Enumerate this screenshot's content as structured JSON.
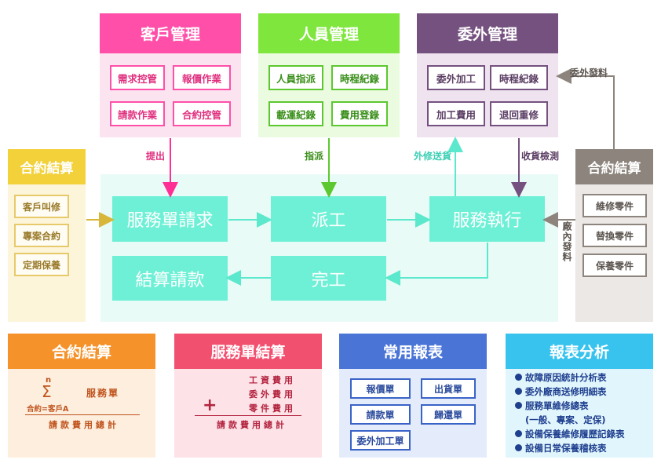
{
  "customer": {
    "title": "客戶管理",
    "buttons": [
      "需求控管",
      "報價作業",
      "請款作業",
      "合約控管"
    ]
  },
  "personnel": {
    "title": "人員管理",
    "buttons": [
      "人員指派",
      "時程紀錄",
      "載運紀錄",
      "費用登錄"
    ]
  },
  "outsource": {
    "title": "委外管理",
    "buttons": [
      "委外加工",
      "時程紀錄",
      "加工費用",
      "退回重修"
    ]
  },
  "contract_left": {
    "title": "合約結算",
    "buttons": [
      "客戶叫修",
      "專案合約",
      "定期保養"
    ]
  },
  "contract_right": {
    "title": "合約結算",
    "buttons": [
      "維修零件",
      "替換零件",
      "保養零件"
    ]
  },
  "arrows": {
    "submit": "提出",
    "dispatch": "指派",
    "outsource_repair": "外修送貨",
    "receive_inspect": "收貨檢測",
    "outsource_material": "委外發料",
    "factory_material": "廠內發料"
  },
  "process": {
    "service_request": "服務單請求",
    "dispatch": "派工",
    "service_execute": "服務執行",
    "settle_invoice": "結算請款",
    "complete": "完工"
  },
  "bottom_contract": {
    "title": "合約結算",
    "sigma_top": "n",
    "sigma": "Σ",
    "sigma_sub": "合約=客戶A",
    "item": "服務單",
    "result": "請款費用總計"
  },
  "bottom_service": {
    "title": "服務單結算",
    "lines": [
      "工資費用",
      "委外費用",
      "零件費用"
    ],
    "plus": "+",
    "result": "請款費用總計"
  },
  "common_reports": {
    "title": "常用報表",
    "buttons": [
      "報價單",
      "出貨單",
      "請款單",
      "歸還單",
      "委外加工單"
    ]
  },
  "report_analysis": {
    "title": "報表分析",
    "items": [
      {
        "text": "故障原因統計分析表",
        "bullet": true
      },
      {
        "text": "委外廠商送修明細表",
        "bullet": true
      },
      {
        "text": "服務單維修總表",
        "bullet": true
      },
      {
        "text": "(一般、專案、定保)",
        "bullet": false
      },
      {
        "text": "設備保養維修履歷記錄表",
        "bullet": true
      },
      {
        "text": "設備日常保養稽核表",
        "bullet": true
      }
    ]
  },
  "colors": {
    "pink": "#ff4fa8",
    "green": "#7ee63c",
    "purple": "#75517f",
    "yellow": "#f2d13b",
    "gray": "#8c847d",
    "orange": "#f5922a",
    "red": "#f2506f",
    "blue": "#4a74d6",
    "cyan": "#37c3ee",
    "process": "#6ef0d6"
  }
}
